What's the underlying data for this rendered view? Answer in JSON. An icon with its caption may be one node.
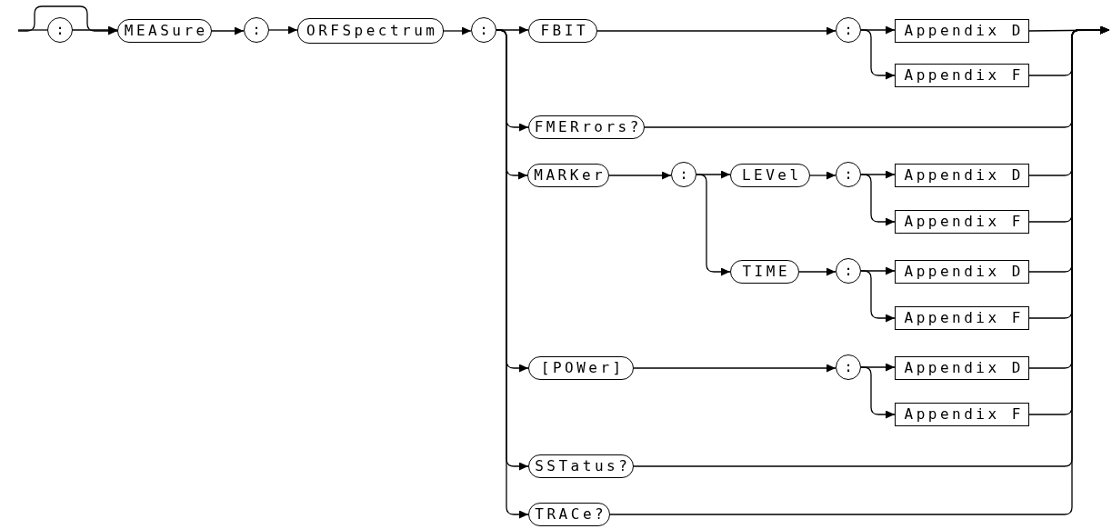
{
  "diagram": {
    "nodes": [
      {
        "text": [
          ":"
        ]
      },
      {
        "text": [
          "MEASure"
        ]
      },
      {
        "text": [
          ":"
        ]
      },
      {
        "text": [
          "ORFSpectrum"
        ]
      },
      {
        "text": [
          ":"
        ]
      },
      {
        "text": [
          "FBIT"
        ]
      },
      {
        "text": [
          ":"
        ]
      },
      {
        "text": [
          "Appendix D"
        ]
      },
      {
        "text": [
          "Appendix F"
        ]
      },
      {
        "text": [
          "FMERrors?"
        ]
      },
      {
        "text": [
          "MARKer"
        ]
      },
      {
        "text": [
          ":"
        ]
      },
      {
        "text": [
          "LEVel"
        ]
      },
      {
        "text": [
          ":"
        ]
      },
      {
        "text": [
          "Appendix D"
        ]
      },
      {
        "text": [
          "Appendix F"
        ]
      },
      {
        "text": [
          "TIME"
        ]
      },
      {
        "text": [
          ":"
        ]
      },
      {
        "text": [
          "Appendix D"
        ]
      },
      {
        "text": [
          "Appendix F"
        ]
      },
      {
        "text": [
          "[POWer]"
        ]
      },
      {
        "text": [
          ":"
        ]
      },
      {
        "text": [
          "Appendix D"
        ]
      },
      {
        "text": [
          "Appendix F"
        ]
      },
      {
        "text": [
          "SSTatus?"
        ]
      },
      {
        "text": [
          "TRACe?"
        ]
      }
    ],
    "edges": [
      {
        "from": null,
        "to": 0,
        "arrow": "none"
      },
      {
        "from": null,
        "to": 1,
        "arrow": "to"
      },
      {
        "from": 0,
        "to": 1,
        "arrow": "to"
      },
      {
        "from": 1,
        "to": 2,
        "arrow": "to"
      },
      {
        "from": 2,
        "to": 3,
        "arrow": "to"
      },
      {
        "from": 3,
        "to": 4,
        "arrow": "to"
      },
      {
        "from": 4,
        "to": 5,
        "arrow": "to"
      },
      {
        "from": 4,
        "to": 9,
        "arrow": "to"
      },
      {
        "from": 4,
        "to": 10,
        "arrow": "to"
      },
      {
        "from": 4,
        "to": 20,
        "arrow": "to"
      },
      {
        "from": 4,
        "to": 24,
        "arrow": "to"
      },
      {
        "from": 4,
        "to": 25,
        "arrow": "to"
      },
      {
        "from": 5,
        "to": 6,
        "arrow": "to"
      },
      {
        "from": 6,
        "to": 7,
        "arrow": "to"
      },
      {
        "from": 6,
        "to": 8,
        "arrow": "to"
      },
      {
        "from": 7,
        "to": null,
        "arrow": "to"
      },
      {
        "from": 8,
        "to": null,
        "arrow": "to"
      },
      {
        "from": 9,
        "to": null,
        "arrow": "to"
      },
      {
        "from": 10,
        "to": 11,
        "arrow": "to"
      },
      {
        "from": 11,
        "to": 12,
        "arrow": "to"
      },
      {
        "from": 11,
        "to": 16,
        "arrow": "to"
      },
      {
        "from": 12,
        "to": 13,
        "arrow": "to"
      },
      {
        "from": 13,
        "to": 14,
        "arrow": "to"
      },
      {
        "from": 13,
        "to": 15,
        "arrow": "to"
      },
      {
        "from": 14,
        "to": null,
        "arrow": "to"
      },
      {
        "from": 15,
        "to": null,
        "arrow": "to"
      },
      {
        "from": 16,
        "to": 17,
        "arrow": "to"
      },
      {
        "from": 17,
        "to": 18,
        "arrow": "to"
      },
      {
        "from": 17,
        "to": 19,
        "arrow": "to"
      },
      {
        "from": 18,
        "to": null,
        "arrow": "to"
      },
      {
        "from": 19,
        "to": null,
        "arrow": "to"
      },
      {
        "from": 20,
        "to": 21,
        "arrow": "to"
      },
      {
        "from": 21,
        "to": 22,
        "arrow": "to"
      },
      {
        "from": 21,
        "to": 23,
        "arrow": "to"
      },
      {
        "from": 22,
        "to": null,
        "arrow": "to"
      },
      {
        "from": 23,
        "to": null,
        "arrow": "to"
      },
      {
        "from": 24,
        "to": null,
        "arrow": "to"
      },
      {
        "from": 25,
        "to": null,
        "arrow": "to"
      }
    ]
  }
}
